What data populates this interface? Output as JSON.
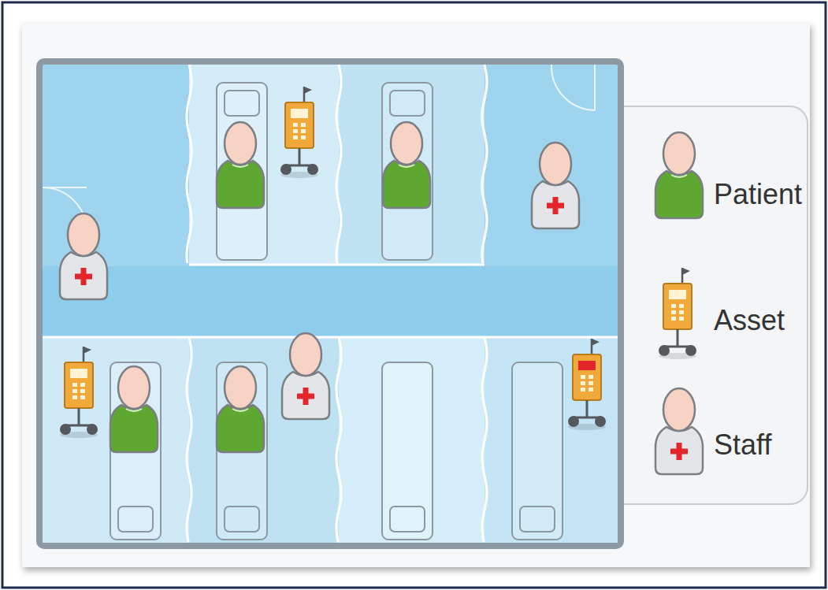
{
  "diagram": {
    "legend": [
      {
        "text": "Patient"
      },
      {
        "text": "Asset"
      },
      {
        "text": "Staff"
      }
    ]
  }
}
